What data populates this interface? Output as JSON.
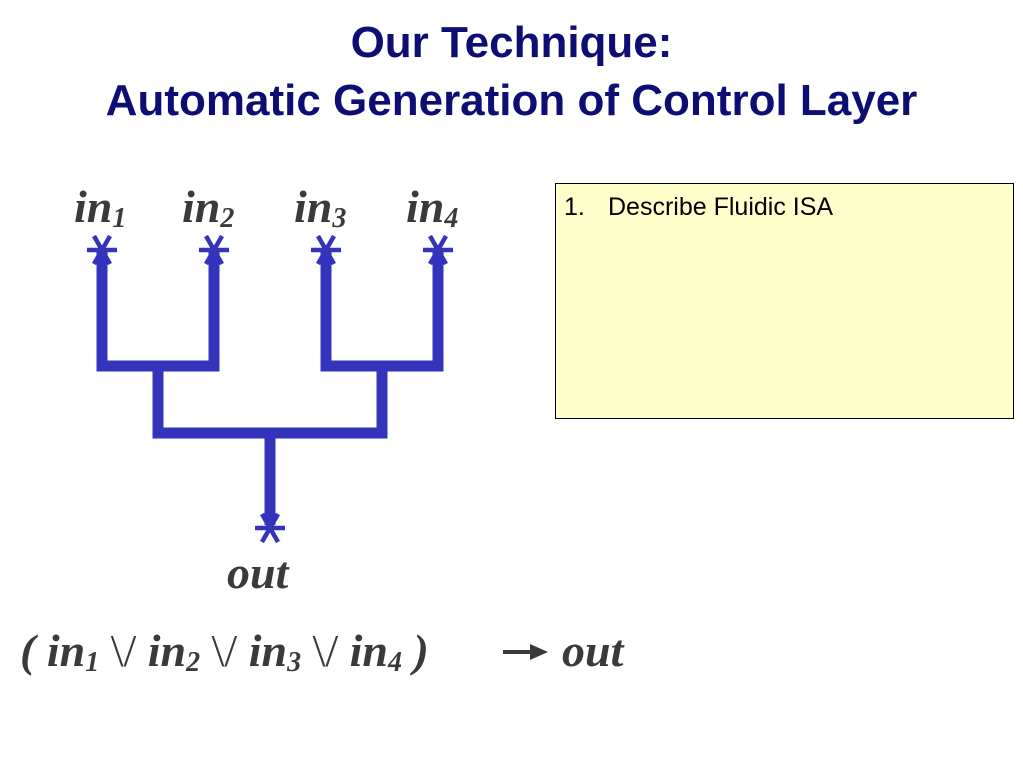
{
  "title": {
    "line1": "Our Technique:",
    "line2": "Automatic Generation of Control Layer"
  },
  "diagram": {
    "inputs": [
      {
        "base": "in",
        "sub": "1"
      },
      {
        "base": "in",
        "sub": "2"
      },
      {
        "base": "in",
        "sub": "3"
      },
      {
        "base": "in",
        "sub": "4"
      }
    ],
    "output_label": "out",
    "channel_color": "#3333bb",
    "port_icon": "asterisk-port-icon"
  },
  "formula": {
    "open_paren": "(",
    "terms": [
      {
        "base": "in",
        "sub": "1"
      },
      {
        "base": "in",
        "sub": "2"
      },
      {
        "base": "in",
        "sub": "3"
      },
      {
        "base": "in",
        "sub": "4"
      }
    ],
    "operator": "\\/",
    "close_paren": ")",
    "arrow_icon": "right-arrow-icon",
    "result": "out"
  },
  "note": {
    "items": [
      {
        "number": "1.",
        "text": "Describe Fluidic ISA"
      }
    ]
  }
}
